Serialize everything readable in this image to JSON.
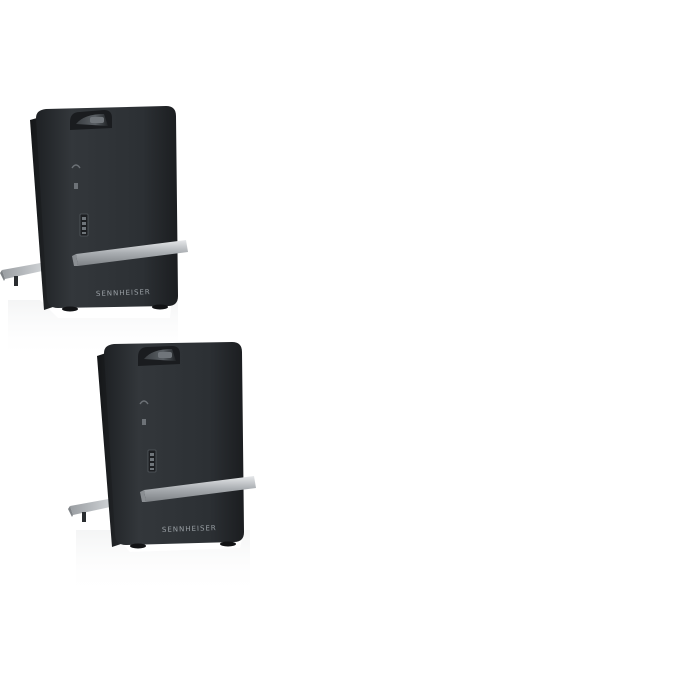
{
  "photo": {
    "background_color": "#ffffff",
    "products": [
      {
        "name": "headset-base-station-top",
        "brand_wordmark": "SENNHEISER",
        "body_color": "#2b2e32",
        "rail_color": "#b9bdc1"
      },
      {
        "name": "headset-base-station-bottom",
        "brand_wordmark": "SENNHEISER",
        "body_color": "#2b2e32",
        "rail_color": "#b9bdc1"
      }
    ]
  }
}
